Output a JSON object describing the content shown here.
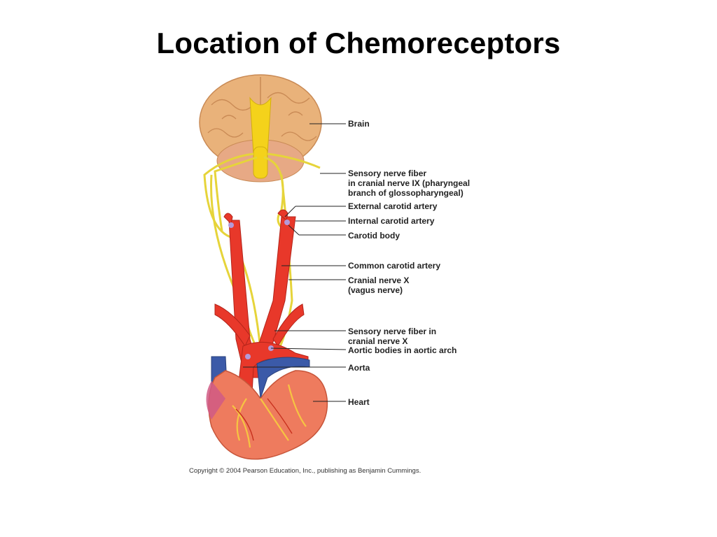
{
  "slide": {
    "title": "Location of Chemoreceptors"
  },
  "figure": {
    "labels": {
      "brain": "Brain",
      "sensory_ix": "Sensory nerve fiber\nin cranial nerve IX (pharyngeal\nbranch of glossopharyngeal)",
      "external_carotid": "External carotid artery",
      "internal_carotid": "Internal carotid artery",
      "carotid_body": "Carotid body",
      "common_carotid": "Common carotid artery",
      "cranial_x": "Cranial nerve X\n(vagus nerve)",
      "sensory_x": "Sensory nerve fiber in\ncranial nerve X",
      "aortic_bodies": "Aortic bodies in aortic arch",
      "aorta": "Aorta",
      "heart": "Heart"
    },
    "copyright": "Copyright © 2004 Pearson Education, Inc., publishing as Benjamin Cummings."
  },
  "colors": {
    "brain": "#e9b27a",
    "brainstem": "#f4d21b",
    "artery": "#e8382a",
    "vein": "#3b5aa8",
    "heart": "#ee7b5e",
    "nerve": "#e6d43a"
  }
}
